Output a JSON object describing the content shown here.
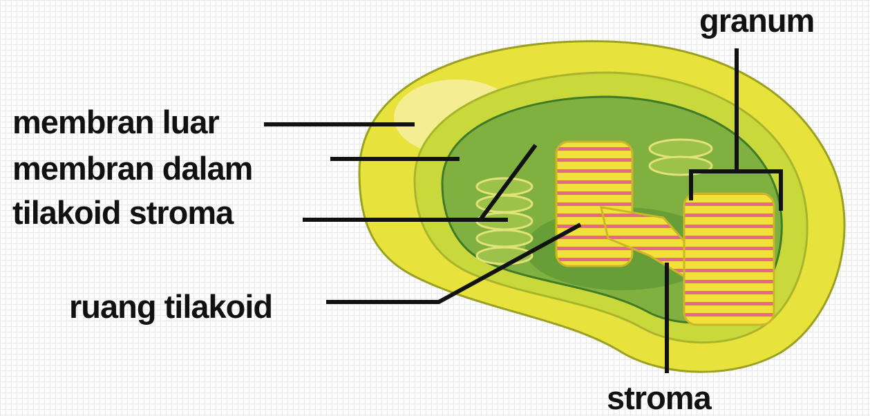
{
  "labels": {
    "granum": "granum",
    "membran_luar": "membran luar",
    "membran_dalam": "membran dalam",
    "tilakoid_stroma": "tilakoid stroma",
    "ruang_tilakoid": "ruang tilakoid",
    "stroma": "stroma"
  },
  "colors": {
    "outer_membrane": "#e8e23c",
    "outer_membrane_highlight": "#f7f0a6",
    "inner_band": "#c9d83a",
    "stroma": "#7fb040",
    "stroma_dark": "#4e8a2c",
    "thylakoid_stripe": "#f0e23a",
    "thylakoid_lumen": "#e06a8a",
    "leader_line": "#111111"
  }
}
